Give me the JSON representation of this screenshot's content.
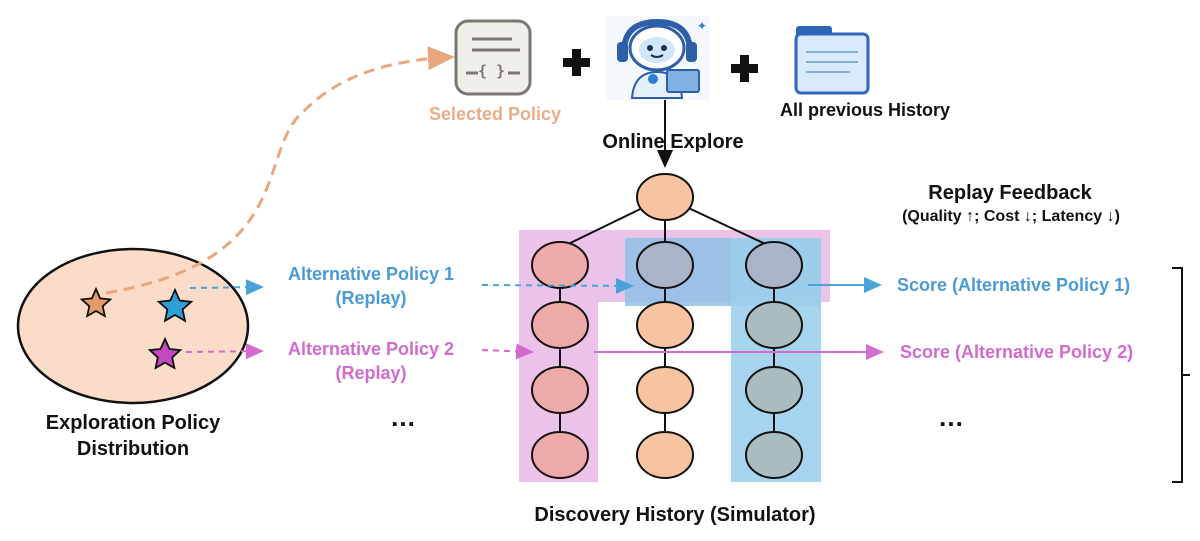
{
  "top": {
    "selected_policy_label": "Selected Policy",
    "history_label": "All previous History",
    "online_explore_label": "Online Explore",
    "policy_doc_glyph": "{ }"
  },
  "feedback": {
    "title": "Replay Feedback",
    "subtitle": "(Quality ↑; Cost ↓; Latency ↓)"
  },
  "left": {
    "distribution_line1": "Exploration Policy",
    "distribution_line2": "Distribution"
  },
  "alternatives": [
    {
      "line1": "Alternative Policy 1",
      "line2": "(Replay)",
      "score": "Score (Alternative Policy 1)"
    },
    {
      "line1": "Alternative Policy 2",
      "line2": "(Replay)",
      "score": "Score (Alternative Policy 2)"
    }
  ],
  "ellipsis": "…",
  "bottom": {
    "caption": "Discovery History (Simulator)"
  },
  "colors": {
    "orange": "#e9a77e",
    "blue": "#4aa3d8",
    "magenta": "#d26ad0",
    "node_fill": "#f7c4a2",
    "pink_band": "#ecc3e8",
    "blue_band": "#9ccfec",
    "policy_label": "#e8ad88"
  },
  "icons": [
    "policy-document-icon",
    "plus-icon",
    "robot-laptop-icon",
    "history-folder-icon",
    "star-icon"
  ]
}
